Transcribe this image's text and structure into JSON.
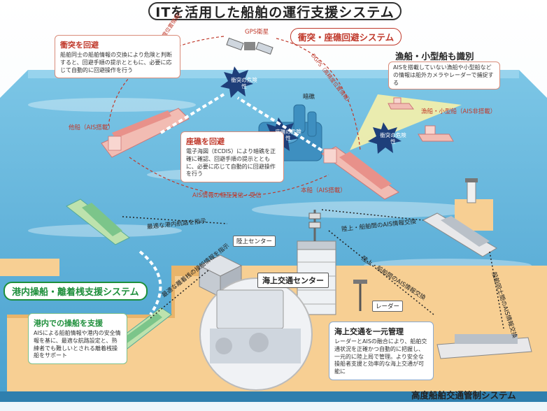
{
  "title": "ITを活用した船舶の運行支援システム",
  "systems": {
    "collision": "衝突・座礁回避システム",
    "fishing": "漁船・小型船も識別",
    "port": "港内操船・離着桟支援システム",
    "vts": "高度船舶交通管制システム"
  },
  "satellite": {
    "label": "GPS衛星",
    "dgps_left": "DGPS（高精度位置情報）",
    "dgps_right": "DGPS（高精度位置情報）"
  },
  "boxes": {
    "avoid_collision": {
      "title": "衝突を回避",
      "body": "船舶同士の船舶情報の交換により危険と判断すると、回避手順の提示とともに、必要に応じて自動的に回避操作を行う"
    },
    "avoid_grounding": {
      "title": "座礁を回避",
      "body": "電子海図（ECDIS）により暗礁を正確に確認、回避手順の提示とともに、必要に応じて自動的に回避操作を行う"
    },
    "fishing_detect": {
      "body": "AISを搭載していない漁船や小型船などの情報は船外カメラやレーダーで捕捉する"
    },
    "port_support": {
      "title": "港内での操船を支援",
      "body": "AISによる船舶情報や港内の安全情報を基に、最適な航路設定と、熟練者でも難しいとされる離着桟操船をサポート"
    },
    "unified": {
      "title": "海上交通を一元管理",
      "body": "レーダーとAISの融合により、船舶交通状況を正確かつ自動的に把握し、一元的に陸上局で管理。より安全な操船者支援と効率的な海上交通が可能に"
    }
  },
  "labels": {
    "other_ship": "他船（AIS搭載）",
    "own_ship": "本船（AIS搭載）",
    "small_boats": "漁船・小型船（AIS非搭載）",
    "reef": "暗礁",
    "danger_collision": "衝突の危険性",
    "danger_reef": "座礁の危険性",
    "danger_fishing": "衝突の危険性",
    "ais_exchange": "AIS情報の相互発信・受信",
    "optimal_route": "最適な港内航路を指示",
    "berthing_info": "最適な離着桟の操船情報を指示",
    "land_center": "陸上センター",
    "vts_center": "海上交通センター",
    "radar": "レーダー",
    "link1": "陸上・船舶間のAIS情報交換",
    "link2": "陸上・船舶間のAIS情報交換",
    "link3": "船舶同士間のAIS情報交換"
  },
  "colors": {
    "sea": "#5fb2d8",
    "sea_dark": "#3d8fbd",
    "land": "#f5c98a",
    "land_dark": "#e6a95a",
    "red_accent": "#c0392b",
    "green_accent": "#1e8f3b",
    "ship_red": "#f0b8b0",
    "ship_green": "#b8dfa8"
  }
}
